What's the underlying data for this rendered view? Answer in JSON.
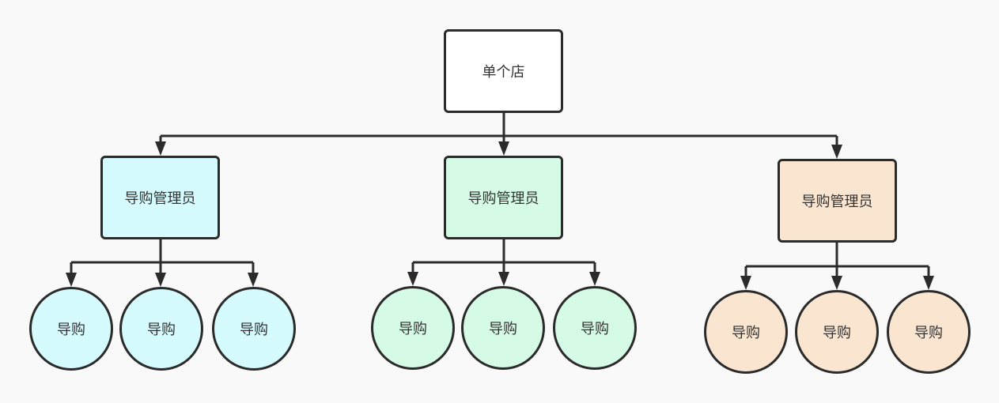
{
  "root": {
    "label": "单个店",
    "color": "#ffffff"
  },
  "groups": [
    {
      "manager": {
        "label": "导购管理员",
        "color": "#d5fbfe"
      },
      "guides": [
        "导购",
        "导购",
        "导购"
      ]
    },
    {
      "manager": {
        "label": "导购管理员",
        "color": "#d5fae5"
      },
      "guides": [
        "导购",
        "导购",
        "导购"
      ]
    },
    {
      "manager": {
        "label": "导购管理员",
        "color": "#fae6d0"
      },
      "guides": [
        "导购",
        "导购",
        "导购"
      ]
    }
  ]
}
